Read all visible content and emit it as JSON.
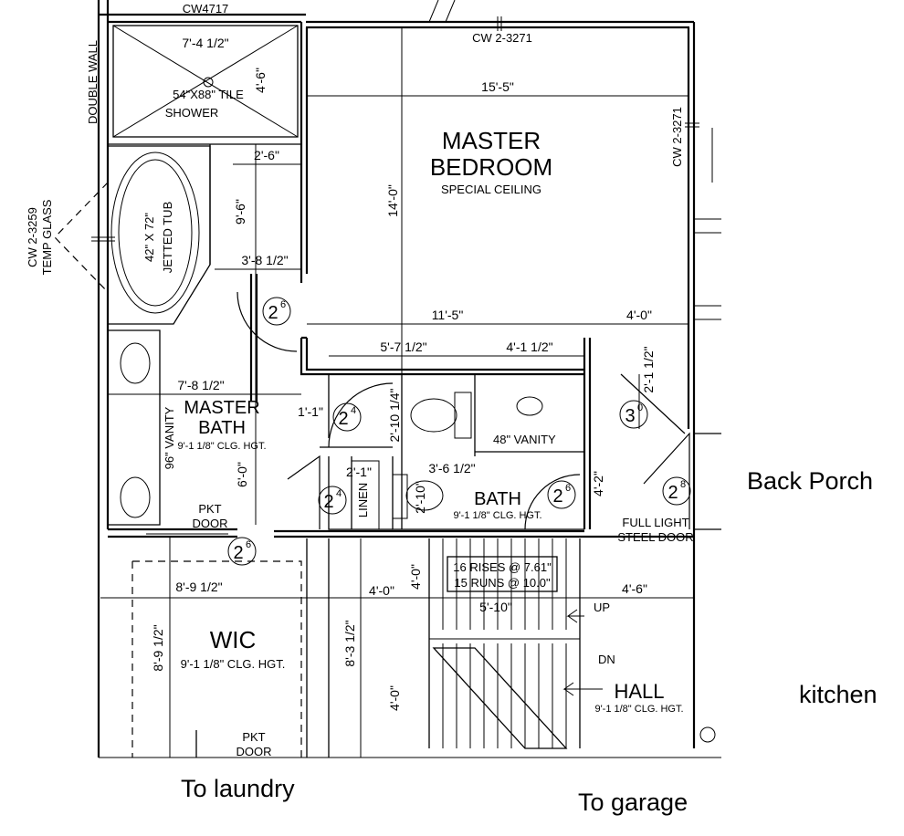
{
  "rooms": {
    "master_bedroom": {
      "name_line1": "MASTER",
      "name_line2": "BEDROOM",
      "note": "SPECIAL CEILING"
    },
    "master_bath": {
      "name_line1": "MASTER",
      "name_line2": "BATH",
      "note": "9'-1 1/8\" CLG. HGT."
    },
    "bath": {
      "name": "BATH",
      "note": "9'-1 1/8\" CLG. HGT."
    },
    "wic": {
      "name": "WIC",
      "note": "9'-1 1/8\" CLG. HGT."
    },
    "hall": {
      "name": "HALL",
      "note": "9'-1 1/8\" CLG. HGT."
    }
  },
  "fixtures": {
    "shower_line1": "54\"X88\" TILE",
    "shower_line2": "SHOWER",
    "tub_line1": "42\" X 72\"",
    "tub_line2": "JETTED TUB",
    "vanity_96": "96\" VANITY",
    "vanity_48": "48\" VANITY",
    "linen": "LINEN",
    "pkt_door": "PKT",
    "pkt_door_2": "DOOR",
    "pkt_door_bottom": "PKT",
    "pkt_door_bottom_2": "DOOR",
    "steel_door_1": "FULL LIGHT",
    "steel_door_2": "STEEL DOOR",
    "double_wall": "DOUBLE WALL",
    "up": "UP",
    "dn": "DN"
  },
  "stairs": {
    "rises": "16 RISES @ 7.61\"",
    "runs": "15 RUNS @ 10.0\""
  },
  "windows": {
    "top_left": "CW4717",
    "top": "CW 2-3271",
    "right": "CW 2-3271",
    "left_1": "CW 2-3259",
    "left_2": "TEMP GLASS"
  },
  "dimensions": {
    "d_7_4_half": "7'-4 1/2\"",
    "d_4_6": "4'-6\"",
    "d_15_5": "15'-5\"",
    "d_2_6": "2'-6\"",
    "d_9_6": "9'-6\"",
    "d_3_8_half": "3'-8 1/2\"",
    "d_14_0": "14'-0\"",
    "d_11_5": "11'-5\"",
    "d_4_0_top": "4'-0\"",
    "d_5_7_half": "5'-7 1/2\"",
    "d_4_1_half": "4'-1 1/2\"",
    "d_2_1_half": "2'-1 1/2\"",
    "d_7_8_half": "7'-8 1/2\"",
    "d_1_1": "1'-1\"",
    "d_2_10_quarter": "2'-10 1/4\"",
    "d_6_0": "6'-0\"",
    "d_2_1": "2'-1\"",
    "d_3_6_half": "3'-6 1/2\"",
    "d_2_10": "2'-10\"",
    "d_4_2": "4'-2\"",
    "d_8_9_half_h": "8'-9 1/2\"",
    "d_8_9_half_v": "8'-9 1/2\"",
    "d_8_3_half": "8'-3 1/2\"",
    "d_4_0_hall": "4'-0\"",
    "d_4_0_stairv": "4'-0\"",
    "d_5_10": "5'-10\"",
    "d_4_6_hall": "4'-6\"",
    "d_4_0_lower": "4'-0\""
  },
  "door_tags": {
    "t1": {
      "main": "2",
      "sup": "6"
    },
    "t2": {
      "main": "2",
      "sup": "4"
    },
    "t3": {
      "main": "3",
      "sup": "0"
    },
    "t4": {
      "main": "2",
      "sup": "4"
    },
    "t5": {
      "main": "2",
      "sup": "6"
    },
    "t6": {
      "main": "2",
      "sup": "8"
    },
    "t7": {
      "main": "2",
      "sup": "6"
    }
  },
  "annotations": {
    "back_porch": "Back Porch",
    "kitchen": "kitchen",
    "to_laundry": "To laundry",
    "to_garage": "To garage"
  }
}
